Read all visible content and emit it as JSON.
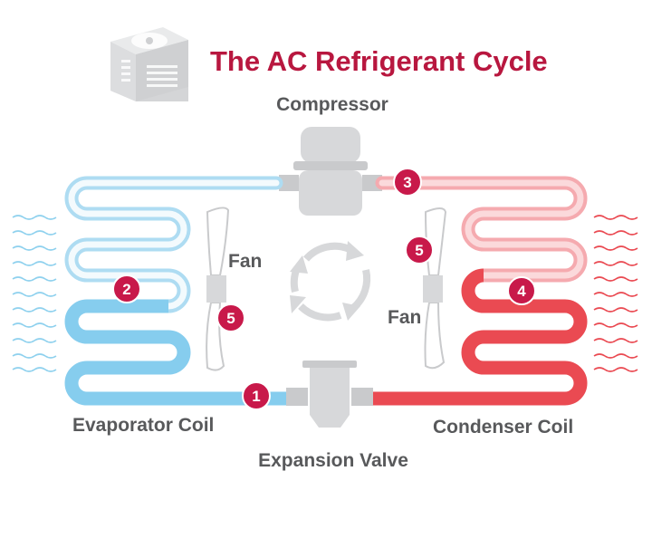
{
  "title": "The AC Refrigerant Cycle",
  "labels": {
    "compressor": "Compressor",
    "fan_left": "Fan",
    "fan_right": "Fan",
    "evaporator": "Evaporator Coil",
    "condenser": "Condenser Coil",
    "expansion_valve": "Expansion Valve"
  },
  "badges": {
    "b1": "1",
    "b2": "2",
    "b3": "3",
    "b4": "4",
    "b5_left": "5",
    "b5_right": "5"
  },
  "colors": {
    "title": "#b8173f",
    "label": "#58595b",
    "badge": "#c8194a",
    "cold_light": "#b9e2f5",
    "cold_dark": "#86cdee",
    "hot_light": "#f5a9ae",
    "hot_dark": "#ea4a52",
    "component": "#d7d8da"
  },
  "icons": {
    "header": "ac-unit-icon",
    "center": "cycle-arrows-icon"
  }
}
